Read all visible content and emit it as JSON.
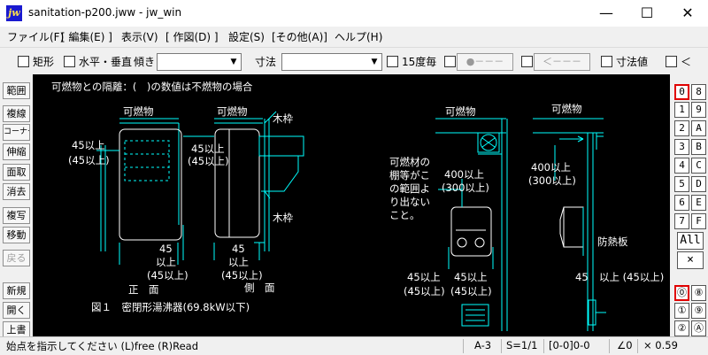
{
  "app": {
    "icon_text": "jw",
    "title": "sanitation-p200.jww - jw_win"
  },
  "window_controls": {
    "minimize": "—",
    "maximize": "☐",
    "close": "✕"
  },
  "menu": [
    "ファイル(F)",
    "[ 編集(E) ]",
    "表示(V)",
    "[ 作図(D) ]",
    "設定(S)",
    "[その他(A)]",
    "ヘルプ(H)"
  ],
  "toolbar": {
    "rect_label": "矩形",
    "horiz_vert_label": "水平・垂直",
    "tilt_label": "傾き",
    "tilt_value": "",
    "dim_label": "寸法",
    "dim_value": "",
    "deg15_label": "15度毎",
    "pattern1": "●－－－",
    "pattern2": "＜－－－",
    "dimval_label": "寸法値",
    "extra_label": "＜"
  },
  "left_tools": [
    "範囲",
    "複線",
    "コーナー",
    "伸縮",
    "面取",
    "消去",
    "複写",
    "移動",
    "戻る",
    "新規",
    "開く",
    "上書"
  ],
  "layers_top": [
    "0",
    "8",
    "1",
    "9",
    "2",
    "A",
    "3",
    "B",
    "4",
    "C",
    "5",
    "D",
    "6",
    "E",
    "7",
    "F"
  ],
  "layers_all": "All",
  "layers_x": "×",
  "layers_bottom": [
    "⓪",
    "⑧",
    "①",
    "⑨",
    "②",
    "Ⓐ"
  ],
  "drawing": {
    "header": "可燃物との隔離：(　)の数値は不燃物の場合",
    "combust_1": "可燃物",
    "combust_2": "可燃物",
    "combust_3": "可燃物",
    "combust_4": "可燃物",
    "wood_frame_1": "木枠",
    "wood_frame_2": "木枠",
    "d45_a": "45以上",
    "d45_a_paren": "(45以上)",
    "d45_b": "45以上",
    "d45_b_paren": "(45以上)",
    "d45_c_1": "45",
    "d45_c_2": "以上",
    "d45_c_3": "(45以上)",
    "d45_d_1": "45",
    "d45_d_2": "以上",
    "d45_d_3": "(45以上)",
    "front_view": "正　面",
    "side_view": "側　面",
    "figure_caption": "図１　密閉形湯沸器(69.8kW以下)",
    "shelf_note_1": "可燃材の",
    "shelf_note_2": "棚等がこ",
    "shelf_note_3": "の範囲よ",
    "shelf_note_4": "り出ない",
    "shelf_note_5": "こと。",
    "d400_a": "400以上",
    "d400_a_paren": "(300以上)",
    "d400_b": "400以上",
    "d400_b_paren": "(300以上)",
    "d45_e": "45以上",
    "d45_e_paren": "(45以上)",
    "d45_f": "45以上",
    "d45_f_paren": "(45以上)",
    "heat_shield": "防熱板",
    "d45_g": "45",
    "d45_g_rest": "以上 (45以上)"
  },
  "status": {
    "message": "始点を指示してください (L)free (R)Read",
    "paper": "A-3",
    "scale": "S=1/1",
    "layer": "[0-0]0-0",
    "angle": "∠0",
    "zoom": "× 0.59"
  },
  "colors": {
    "cad_cyan": "#00ffff",
    "canvas_bg": "#000000",
    "active_layer": "#e00000"
  }
}
